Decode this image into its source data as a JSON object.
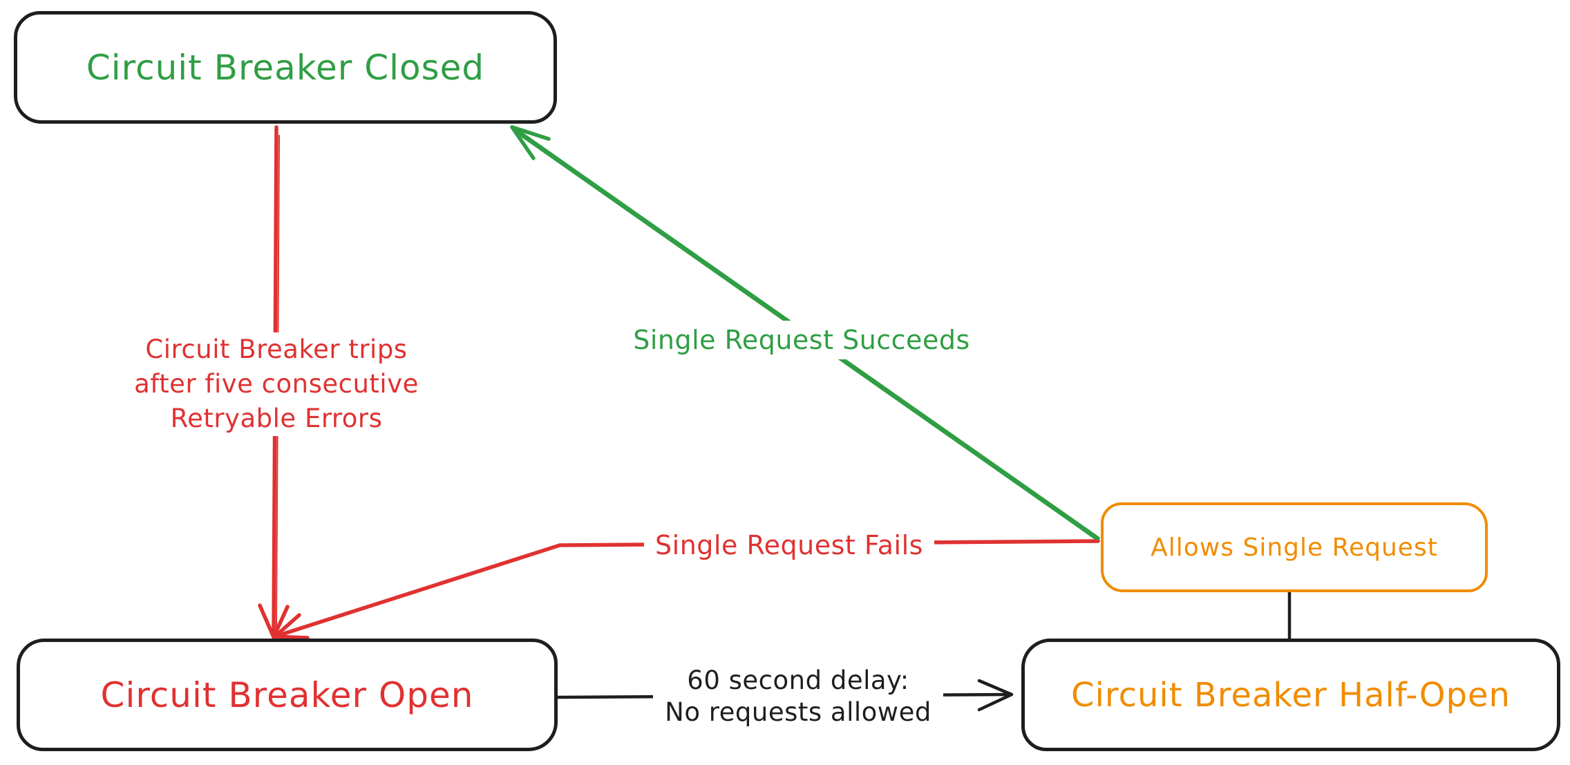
{
  "diagram": {
    "type": "state-diagram",
    "subject": "circuit-breaker-states",
    "colors": {
      "green": "#2f9e44",
      "red": "#e03131",
      "orange": "#f08c00",
      "ink": "#1e1e1e",
      "canvas": "#ffffff"
    },
    "nodes": {
      "closed": {
        "label": "Circuit Breaker Closed"
      },
      "open": {
        "label": "Circuit Breaker Open"
      },
      "half_open": {
        "label": "Circuit Breaker Half-Open"
      },
      "allows": {
        "label": "Allows Single Request"
      }
    },
    "edges": {
      "trips": {
        "from": "closed",
        "to": "open",
        "label_line1": "Circuit Breaker trips",
        "label_line2": "after five consecutive",
        "label_line3": "Retryable Errors"
      },
      "succeeds": {
        "from": "allows",
        "to": "closed",
        "label": "Single Request Succeeds"
      },
      "fails": {
        "from": "allows",
        "to": "open",
        "label": "Single Request Fails"
      },
      "delay": {
        "from": "open",
        "to": "half_open",
        "label_line1": "60 second delay:",
        "label_line2": "No requests allowed"
      },
      "allows_connector": {
        "from": "allows",
        "to": "half_open"
      }
    }
  }
}
